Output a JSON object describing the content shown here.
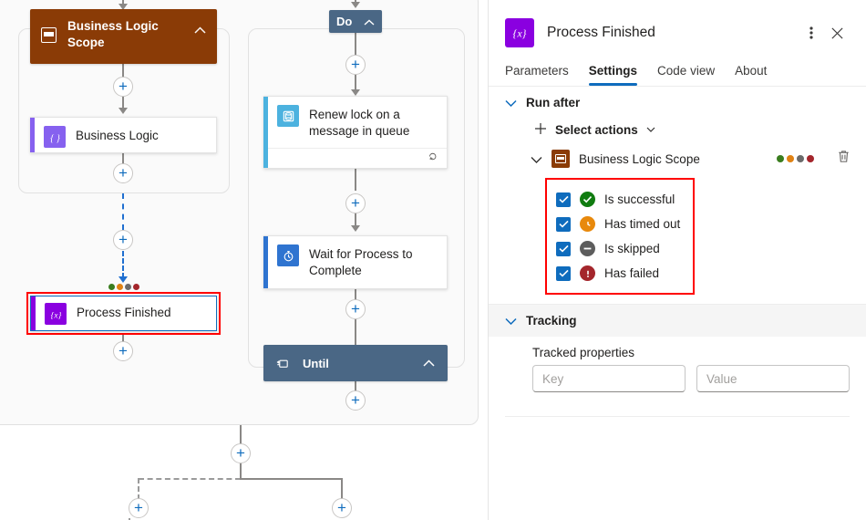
{
  "canvas": {
    "scope_node": {
      "title": "Business Logic Scope",
      "icon": "scope-icon",
      "collapse_icon": "chevron-up-icon",
      "color": "#8a3b06"
    },
    "business_logic_node": {
      "label": "Business Logic",
      "icon": "expression-braces-icon",
      "accent": "#8661ef"
    },
    "process_finished_node": {
      "label": "Process Finished",
      "icon": "expression-braces-icon",
      "accent": "#8a00e0",
      "selected": "true",
      "highlight_color": "#ff0000"
    },
    "do_node": {
      "label": "Do",
      "collapse_icon": "chevron-up-icon",
      "color": "#4a6785"
    },
    "until_node": {
      "label": "Until",
      "icon": "until-loop-icon",
      "collapse_icon": "chevron-up-icon",
      "color": "#4a6785"
    },
    "renew_lock_node": {
      "label": "Renew lock on a message in queue",
      "icon": "service-bus-icon",
      "accent": "#4cb2df",
      "footer_icon": "retry-policy-icon"
    },
    "wait_node": {
      "label": "Wait for Process to Complete",
      "icon": "delay-timer-icon",
      "accent": "#2f74d0"
    },
    "status_dots": [
      "#3a7d1e",
      "#e08214",
      "#6b6b6b",
      "#a4262c"
    ],
    "add_button_icon": "plus-icon"
  },
  "panel": {
    "icon": "expression-braces-icon",
    "title": "Process Finished",
    "more_icon": "more-vertical-icon",
    "close_icon": "close-icon",
    "tabs": [
      {
        "label": "Parameters",
        "active": false
      },
      {
        "label": "Settings",
        "active": true
      },
      {
        "label": "Code view",
        "active": false
      },
      {
        "label": "About",
        "active": false
      }
    ],
    "run_after": {
      "heading": "Run after",
      "expand_icon": "chevron-down-icon",
      "select_actions": {
        "label": "Select actions",
        "add_icon": "plus-icon",
        "dropdown_icon": "chevron-down-icon"
      },
      "dependency": {
        "name": "Business Logic Scope",
        "expand_icon": "chevron-down-icon",
        "icon": "scope-icon",
        "icon_color": "#8a3b06",
        "delete_icon": "trash-icon",
        "dots": [
          "#3a7d1e",
          "#e08214",
          "#6b6b6b",
          "#a4262c"
        ]
      },
      "highlight_color": "#ff0000",
      "conditions": [
        {
          "label": "Is successful",
          "checked": true,
          "status_icon": "check-circle-icon",
          "color": "#107c10"
        },
        {
          "label": "Has timed out",
          "checked": true,
          "status_icon": "clock-circle-icon",
          "color": "#e8890c"
        },
        {
          "label": "Is skipped",
          "checked": true,
          "status_icon": "minus-circle-icon",
          "color": "#5d5d5d"
        },
        {
          "label": "Has failed",
          "checked": true,
          "status_icon": "error-circle-icon",
          "color": "#a4262c"
        }
      ]
    },
    "tracking": {
      "heading": "Tracking",
      "expand_icon": "chevron-down-icon",
      "tracked_properties_label": "Tracked properties",
      "key_placeholder": "Key",
      "value_placeholder": "Value",
      "key_value": "",
      "value_value": ""
    }
  }
}
